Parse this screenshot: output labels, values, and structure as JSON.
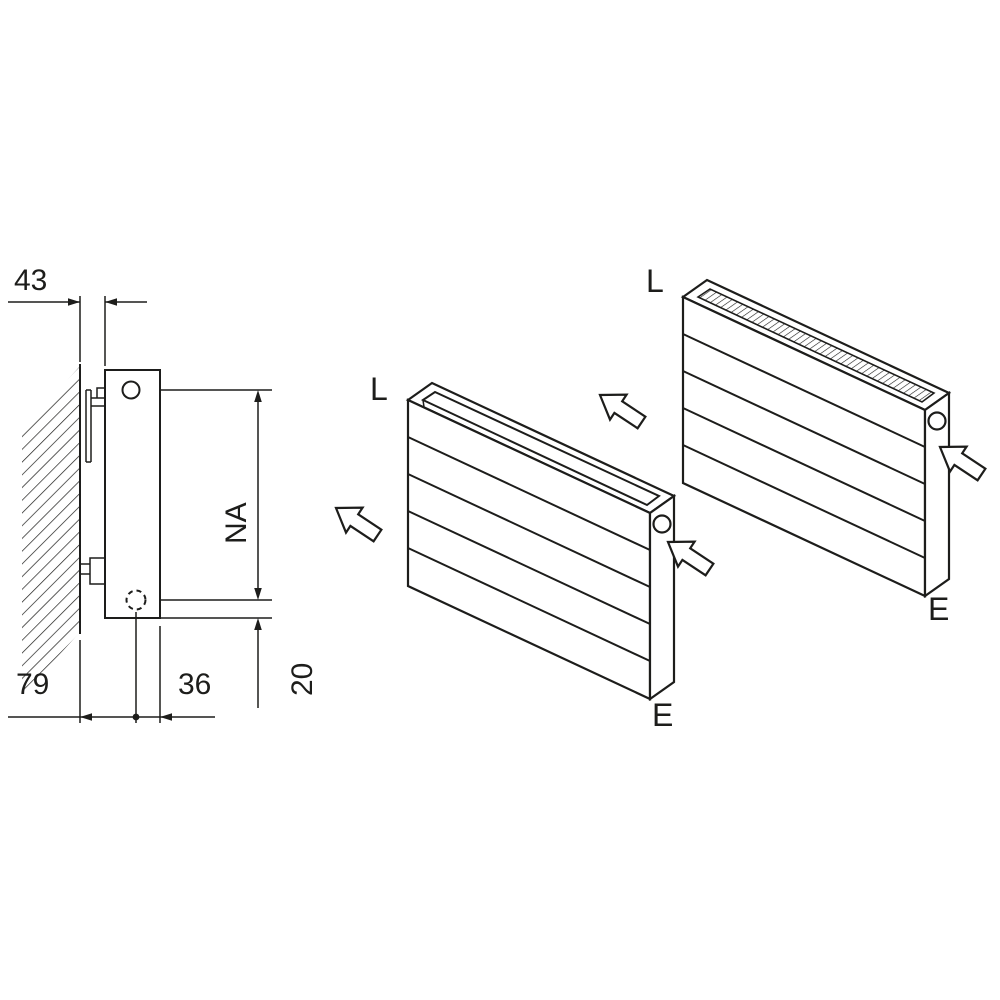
{
  "colors": {
    "ink": "#1d1d1b",
    "background": "#ffffff"
  },
  "side_view": {
    "wall_offset": "43",
    "hub_distance": "NA",
    "bottom_left": "79",
    "bottom_mid": "36",
    "bottom_height": "20"
  },
  "front_radiator": {
    "inlet_label": "L",
    "outlet_label": "E"
  },
  "back_radiator": {
    "inlet_label": "L",
    "outlet_label": "E"
  },
  "icons": {
    "flow_arrow": "outlined-block-arrow-pointing-upper-left",
    "wall_hatch": "diagonal-section-hatch",
    "grille_hatch": "top-grille-slat-hatch"
  }
}
